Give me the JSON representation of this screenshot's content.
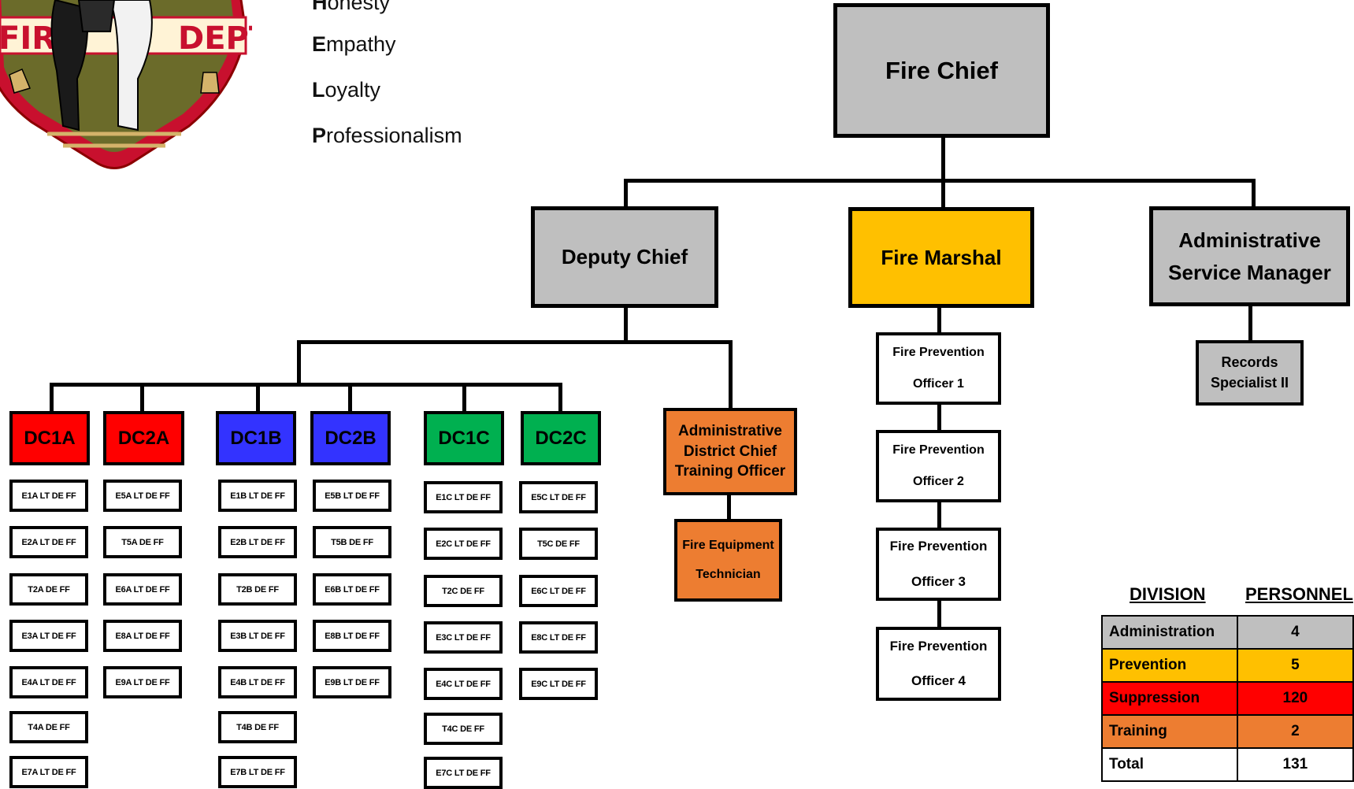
{
  "logo": {
    "left_text": "FIRE",
    "right_text": "DEPT"
  },
  "motto": [
    {
      "initial": "H",
      "rest": "onesty"
    },
    {
      "initial": "E",
      "rest": "mpathy"
    },
    {
      "initial": "L",
      "rest": "oyalty"
    },
    {
      "initial": "P",
      "rest": "rofessionalism"
    }
  ],
  "colors": {
    "red": "#ff0000",
    "blue": "#3333ff",
    "green": "#00b050",
    "orange": "#ed7d31",
    "yellow": "#ffc000",
    "gray": "#bfbfbf"
  },
  "chief": "Fire Chief",
  "deputy": "Deputy Chief",
  "marshal": "Fire Marshal",
  "asm": "Administrative Service Manager",
  "records": "Records Specialist II",
  "training": "Administrative District Chief Training Officer",
  "equipment": "Fire Equipment Technician",
  "prevention": [
    "Fire Prevention Officer 1",
    "Fire Prevention Officer 2",
    "Fire Prevention Officer 3",
    "Fire Prevention Officer 4"
  ],
  "districts": [
    {
      "label": "DC1A",
      "color": "red",
      "units": [
        "E1A LT DE FF",
        "E2A LT DE FF",
        "T2A DE FF",
        "E3A LT DE FF",
        "E4A LT DE FF",
        "T4A DE FF",
        "E7A LT DE FF"
      ]
    },
    {
      "label": "DC2A",
      "color": "red",
      "units": [
        "E5A LT DE FF",
        "T5A DE FF",
        "E6A LT DE FF",
        "E8A LT DE FF",
        "E9A LT DE FF"
      ]
    },
    {
      "label": "DC1B",
      "color": "blue",
      "units": [
        "E1B LT DE FF",
        "E2B LT DE FF",
        "T2B DE FF",
        "E3B LT DE FF",
        "E4B LT DE FF",
        "T4B DE FF",
        "E7B LT DE FF"
      ]
    },
    {
      "label": "DC2B",
      "color": "blue",
      "units": [
        "E5B LT DE FF",
        "T5B DE FF",
        "E6B LT DE FF",
        "E8B LT DE FF",
        "E9B LT DE FF"
      ]
    },
    {
      "label": "DC1C",
      "color": "green",
      "units": [
        "E1C LT DE FF",
        "E2C LT DE FF",
        "T2C DE FF",
        "E3C LT DE FF",
        "E4C LT DE FF",
        "T4C DE FF",
        "E7C LT DE FF"
      ]
    },
    {
      "label": "DC2C",
      "color": "green",
      "units": [
        "E5C LT DE FF",
        "T5C DE FF",
        "E6C LT DE FF",
        "E8C LT DE FF",
        "E9C LT DE FF"
      ]
    }
  ],
  "table": {
    "headers": [
      "DIVISION",
      "PERSONNEL"
    ],
    "rows": [
      {
        "division": "Administration",
        "personnel": "4",
        "color": "gray"
      },
      {
        "division": "Prevention",
        "personnel": "5",
        "color": "yellow"
      },
      {
        "division": "Suppression",
        "personnel": "120",
        "color": "red"
      },
      {
        "division": "Training",
        "personnel": "2",
        "color": "orange"
      },
      {
        "division": "Total",
        "personnel": "131",
        "color": "white"
      }
    ]
  }
}
